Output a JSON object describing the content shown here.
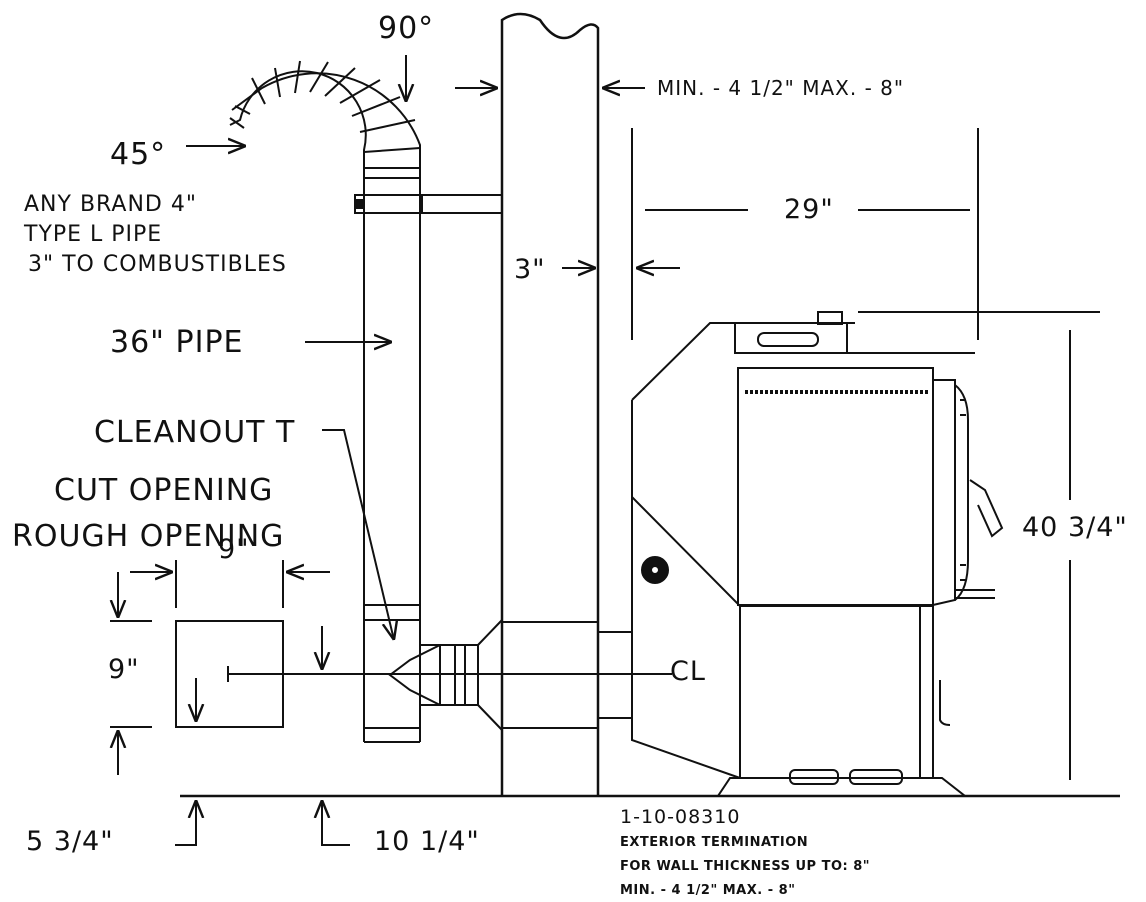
{
  "labels": {
    "angle_90": "90°",
    "angle_45": "45°",
    "pipe_brand_line1": "ANY BRAND 4\"",
    "pipe_brand_line2": "TYPE L PIPE",
    "pipe_brand_line3": "3\" TO COMBUSTIBLES",
    "pipe_36": "36\" PIPE",
    "cleanout": "CLEANOUT T",
    "cut_opening": "CUT OPENING",
    "rough_opening": "ROUGH OPENING",
    "min_max_top": "MIN. - 4 1/2\"   MAX. - 8\"",
    "dim_29": "29\"",
    "dim_3": "3\"",
    "dim_9_width": "9\"",
    "dim_9_height": "9\"",
    "dim_40_3_4": "40 3/4\"",
    "centerline": "CL",
    "dim_5_3_4": "5 3/4\"",
    "dim_10_1_4": "10 1/4\""
  },
  "caption": {
    "part_number": "1-10-08310",
    "line1": "EXTERIOR TERMINATION",
    "line2": "FOR WALL THICKNESS UP TO: 8\"",
    "line3": "MIN. - 4 1/2\"   MAX. - 8\""
  },
  "colors": {
    "stroke": "#111111",
    "background": "#ffffff"
  }
}
